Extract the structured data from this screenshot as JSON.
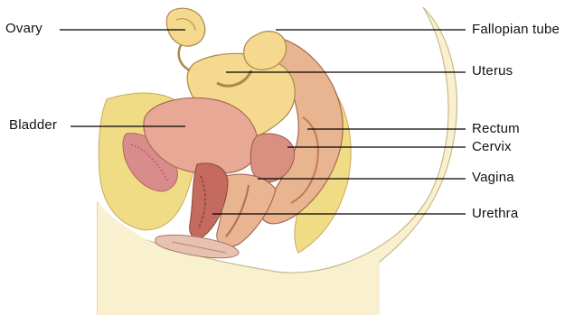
{
  "labels": {
    "ovary": "Ovary",
    "bladder": "Bladder",
    "fallopian_tube": "Fallopian tube",
    "uterus": "Uterus",
    "rectum": "Rectum",
    "cervix": "Cervix",
    "vagina": "Vagina",
    "urethra": "Urethra"
  },
  "colors": {
    "skin": "#f8f0cf",
    "fat": "#f1dc86",
    "uterus": "#f4d98e",
    "bladder": "#e7a896",
    "pink_tissue": "#d99080",
    "rectum": "#e8b590",
    "leader_line": "#000000",
    "outline": "#8a6a3a"
  }
}
